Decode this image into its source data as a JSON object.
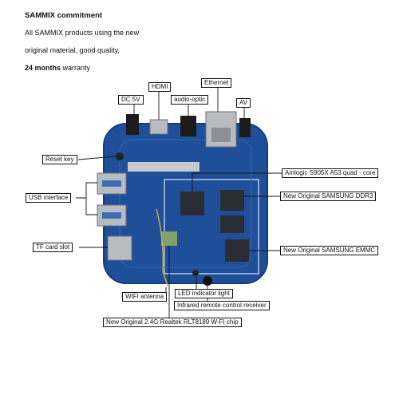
{
  "intro": {
    "title": "SAMMIX commitment",
    "line1": "All SAMMIX products using the new",
    "line2": "original material, good quality,",
    "line3_bold": "24 months",
    "line3_rest": " warranty"
  },
  "labels": {
    "dc": "DC 5V",
    "hdmi": "HDMI",
    "audio": "audio-optic",
    "ethernet": "Ethernet",
    "av": "AV",
    "reset": "Reset key",
    "usb": "USB interface",
    "tf": "TF card slot",
    "wifi": "WIFI antenna",
    "led": "LED indicator light",
    "ir": "Infrared remote control receiver",
    "wifi_chip": "New Original 2.4G Realtek RLT8189  W-FI chip",
    "cpu": "Amlogic S905X A53 quad - core",
    "ddr": "New Original SAMSUNG DDR3",
    "emmc": "New Original SAMSUNG EMMC"
  },
  "colors": {
    "board": "#1f4f99",
    "board_dark": "#163d7a",
    "metal": "#b8bcc2",
    "chip": "#2a2d33",
    "leader": "#111111"
  }
}
